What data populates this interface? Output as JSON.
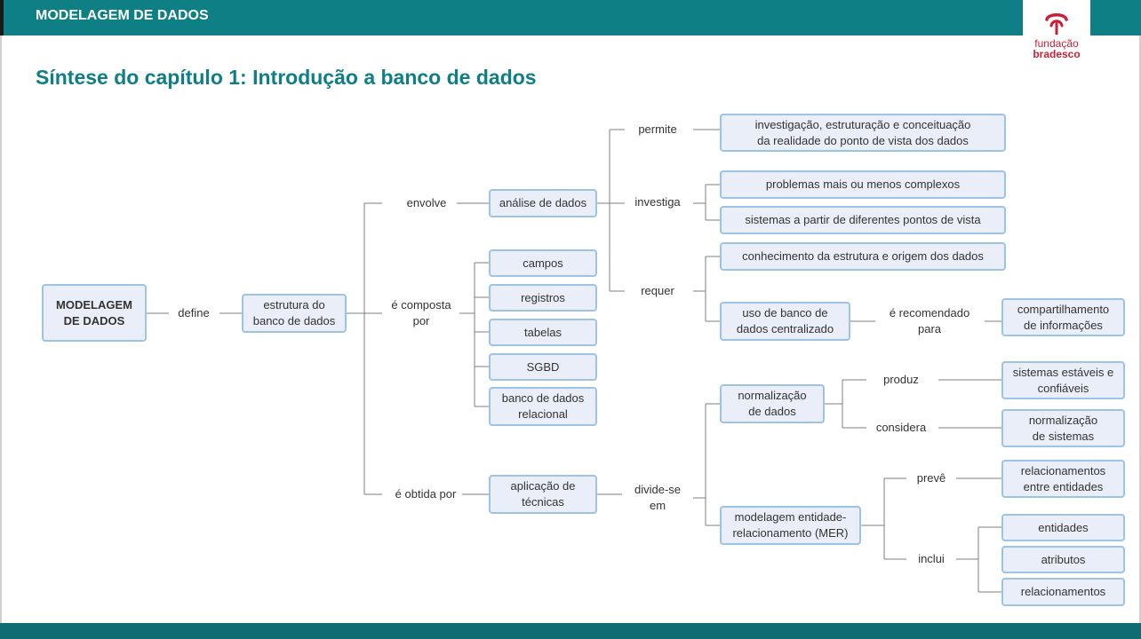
{
  "header": {
    "title": "MODELAGEM DE DADOS"
  },
  "logo": {
    "line1": "fundação",
    "line2": "bradesco",
    "color": "#cc1f36"
  },
  "page_title": "Síntese do capítulo 1: Introdução a banco de dados",
  "colors": {
    "accent": "#0f7f86",
    "node_fill": "#e9eef8",
    "node_border": "#9dc3e6"
  },
  "concept_map": {
    "nodes": {
      "root": "MODELAGEM\nDE DADOS",
      "estrutura": "estrutura do\nbanco de dados",
      "analise": "análise de dados",
      "campos": "campos",
      "registros": "registros",
      "tabelas": "tabelas",
      "sgbd": "SGBD",
      "bdrel": "banco de dados\nrelacional",
      "aplicacao": "aplicação de\ntécnicas",
      "investigacao": "investigação, estruturação e conceituação\nda realidade do ponto de vista dos dados",
      "problemas": "problemas mais ou menos complexos",
      "sistemas_pontos": "sistemas a partir de diferentes pontos de vista",
      "conhecimento": "conhecimento da estrutura e origem dos dados",
      "uso_bd": "uso de banco de\ndados centralizado",
      "compartilhamento": "compartilhamento\nde informações",
      "normalizacao": "normalização\nde dados",
      "sistemas_estaveis": "sistemas estáveis e\nconfiáveis",
      "normalizacao_sistemas": "normalização\nde sistemas",
      "mer": "modelagem entidade-\nrelacionamento (MER)",
      "rel_entidades": "relacionamentos\nentre entidades",
      "entidades": "entidades",
      "atributos": "atributos",
      "relacionamentos": "relacionamentos"
    },
    "labels": {
      "define": "define",
      "envolve": "envolve",
      "composta": "é composta\npor",
      "obtida": "é obtida por",
      "permite": "permite",
      "investiga": "investiga",
      "requer": "requer",
      "recomendado": "é recomendado\npara",
      "divide": "divide-se\nem",
      "produz": "produz",
      "considera": "considera",
      "preve": "prevê",
      "inclui": "inclui"
    }
  }
}
